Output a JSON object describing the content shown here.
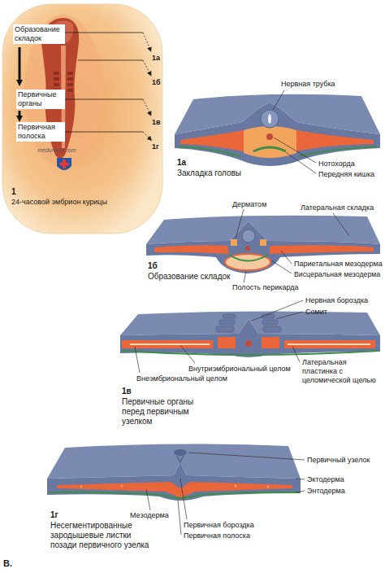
{
  "diagram": {
    "labels": [
      "Образование складок",
      "1а",
      "1б",
      "Первичные органы",
      "1в",
      "Первичная полоска",
      "1г",
      "meduniver.com",
      "1",
      "24-часовой эмбрион курицы",
      "Нервная трубка",
      "Нотохорда",
      "Передняя кишка",
      "1а",
      "Закладка головы",
      "Дерматом",
      "Латеральная складка",
      "1б",
      "Образование складок",
      "Париетальная мезодерма",
      "Висцеральная мезодерма",
      "Полость перикарда",
      "Нервная бороздка",
      "Сомит",
      "Внутриэмбриональный целом",
      "Латеральная пластинка с целомической щелью",
      "Внеэмбриональный целом",
      "1в",
      "Первичные органы перед первичным узелком",
      "Первичный узелок",
      "Эктодерма",
      "Энтодерма",
      "1г",
      "Мезодерма",
      "Первичная бороздка",
      "Первичная полоска",
      "Несегментированные зародышевые листки позади первичного узелка",
      "В."
    ]
  }
}
